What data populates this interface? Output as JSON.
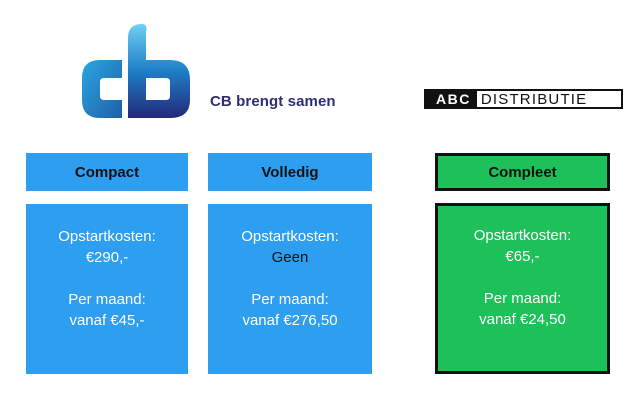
{
  "brand": {
    "cb_tagline": "CB brengt samen",
    "abc_left": "ABC",
    "abc_right": "DISTRIBUTIE"
  },
  "plans": [
    {
      "name": "Compact",
      "setup_label": "Opstartkosten:",
      "setup_value": "€290,-",
      "monthly_label": "Per maand:",
      "monthly_value": "vanaf €45,-"
    },
    {
      "name": "Volledig",
      "setup_label": "Opstartkosten:",
      "setup_value": "Geen",
      "monthly_label": "Per maand:",
      "monthly_value": "vanaf €276,50"
    },
    {
      "name": "Compleet",
      "setup_label": "Opstartkosten:",
      "setup_value": "€65,-",
      "monthly_label": "Per maand:",
      "monthly_value": "vanaf €24,50"
    }
  ],
  "colors": {
    "blue": "#2e9ef0",
    "green": "#1ec05a",
    "navy": "#2d2f74"
  }
}
